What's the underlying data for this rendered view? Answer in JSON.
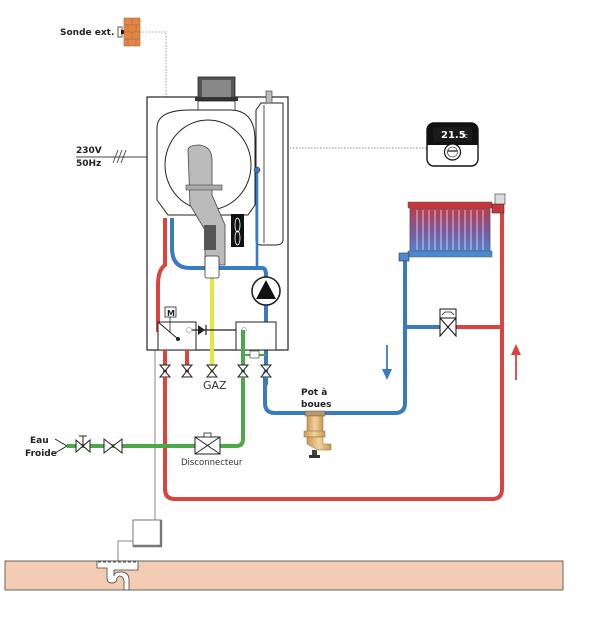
{
  "title": "Schéma d'installation chaudière murale gaz",
  "labels": {
    "outdoor_sensor": "Sonde ext.",
    "power_voltage": "230V",
    "power_frequency": "50Hz",
    "gas": "GAZ",
    "mud_pot_line1": "Pot à",
    "mud_pot_line2": "boues",
    "cold_water_line1": "Eau",
    "cold_water_line2": "Froide",
    "backflow_preventer": "Disconnecteur",
    "motor": "M"
  },
  "thermostat": {
    "temperature": "21.5",
    "unit": "°C"
  },
  "colors": {
    "hot_pipe": "#d9443f",
    "cold_pipe": "#3a7bbf",
    "gas_pipe": "#e4e442",
    "water_pipe": "#4ea84a",
    "floor": "#f3cdb3",
    "brick": "#e0884a"
  }
}
